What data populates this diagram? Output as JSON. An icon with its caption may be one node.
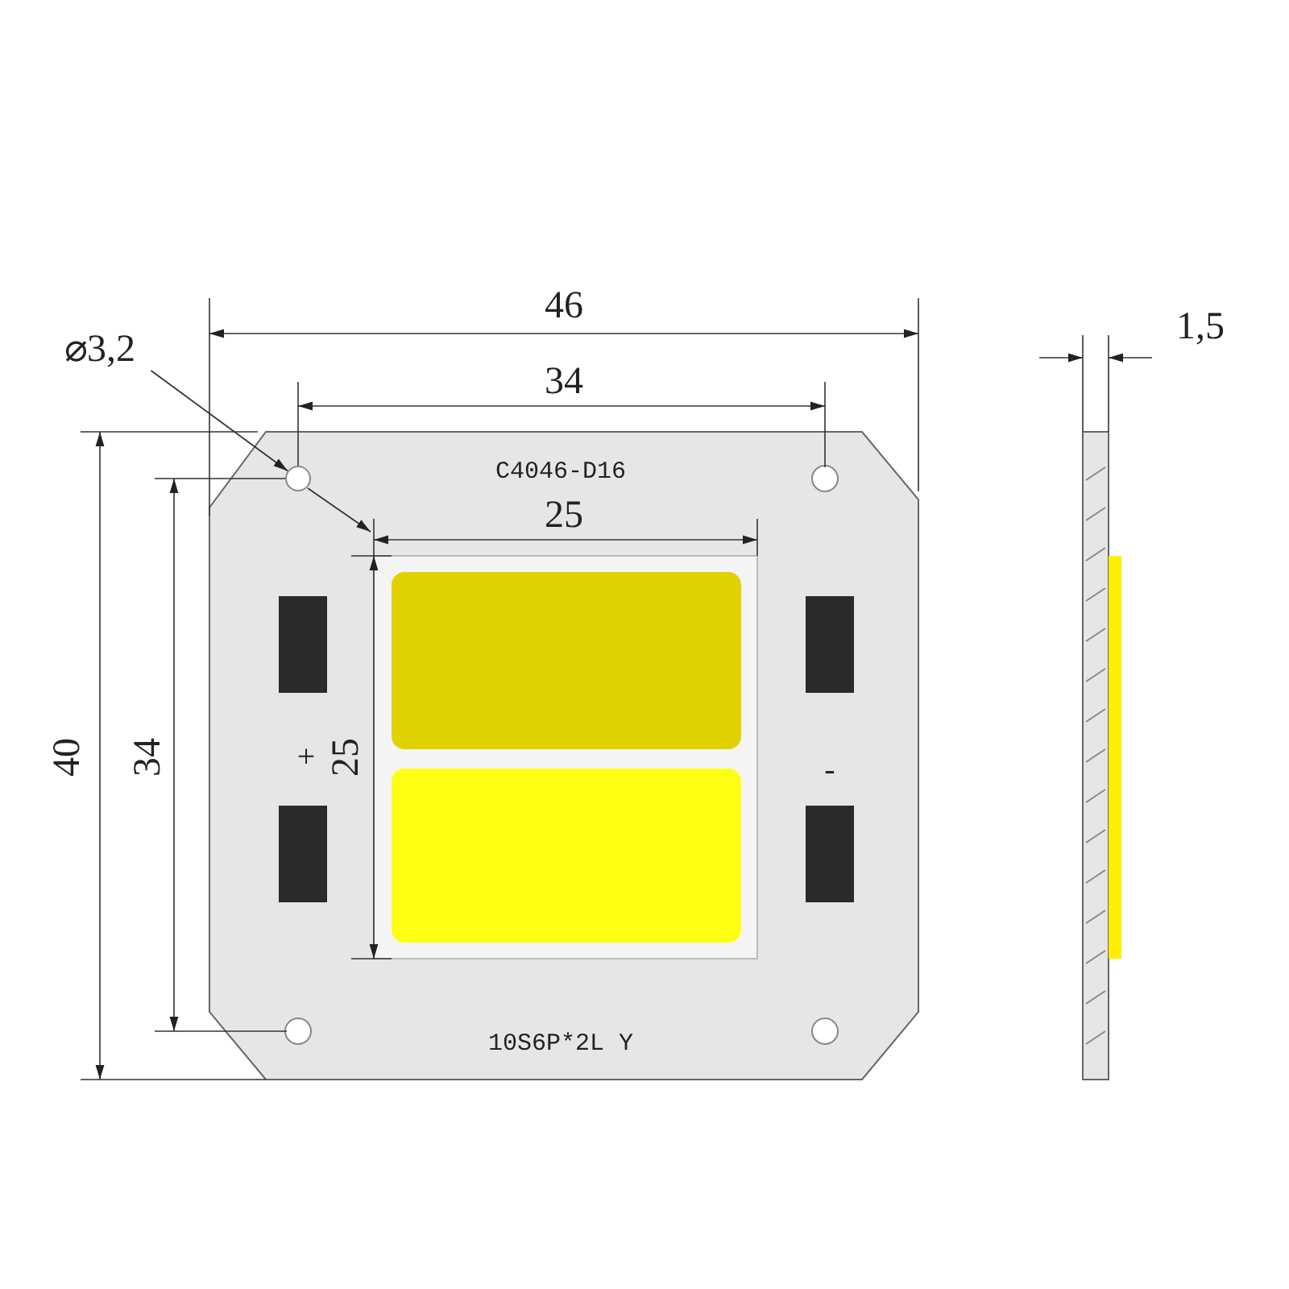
{
  "diagram": {
    "nodes": [
      {
        "text": [
          "⌀3,2"
        ]
      },
      {
        "text": [],
        "shape": "circle"
      }
    ],
    "edges": [
      {
        "from": 0,
        "to": 1,
        "arrow": "to"
      }
    ],
    "labels": [
      "46",
      "34",
      "25",
      "C4046-D16",
      "40",
      "34",
      "+",
      "25",
      "-",
      "10S6P*2L Y",
      "1,5"
    ]
  }
}
